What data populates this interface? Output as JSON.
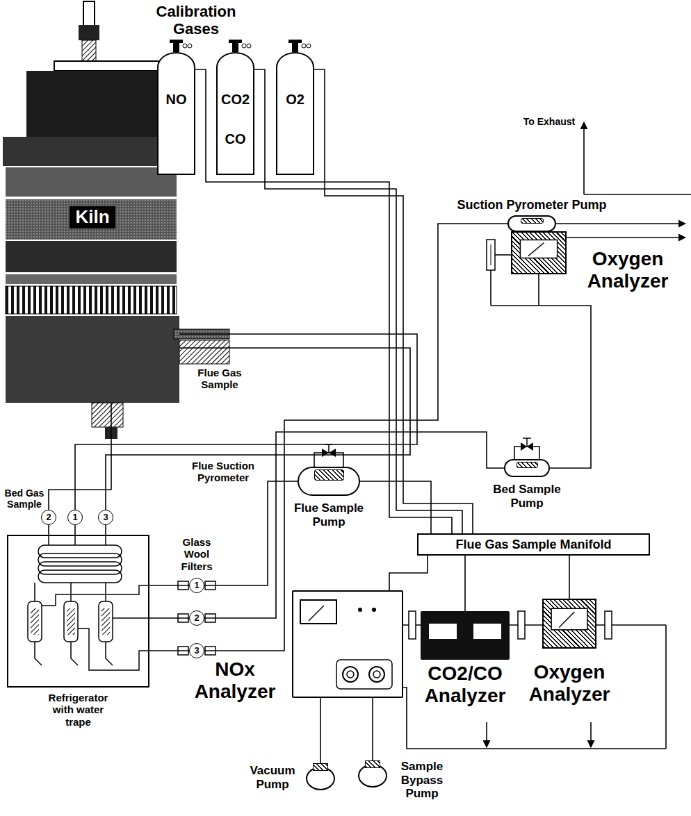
{
  "diagram": {
    "nodes": [
      {
        "text": [
          "NO"
        ]
      },
      {
        "text": [
          "CO2",
          "CO"
        ]
      },
      {
        "text": [
          "O2"
        ]
      },
      {
        "text": [
          "Kiln"
        ]
      },
      {
        "text": [
          "Suction Pyrometer Pump"
        ]
      },
      {
        "text": [
          "Oxygen Analyzer"
        ]
      },
      {
        "text": [
          "Bed Sample Pump"
        ]
      },
      {
        "text": [
          "Flue Sample Pump"
        ]
      },
      {
        "text": [
          "2"
        ]
      },
      {
        "text": [
          "1"
        ]
      },
      {
        "text": [
          "3"
        ]
      },
      {
        "text": [
          "Refrigerator with water trape"
        ]
      },
      {
        "text": [
          "1"
        ]
      },
      {
        "text": [
          "2"
        ]
      },
      {
        "text": [
          "3"
        ]
      },
      {
        "text": [
          "Flue Gas Sample Manifold"
        ]
      },
      {
        "text": [
          "NOx Analyzer"
        ]
      },
      {
        "text": [
          "CO2/CO Analyzer"
        ]
      },
      {
        "text": [
          "Oxygen Analyzer"
        ]
      },
      {
        "text": [
          "Vacuum Pump"
        ]
      },
      {
        "text": [
          "Sample Bypass Pump"
        ]
      }
    ],
    "edges": [
      {
        "from": 3,
        "to": 8,
        "label": "Bed Gas Sample",
        "arrow": "none"
      },
      {
        "from": 3,
        "to": 9,
        "label": "Flue Gas Sample",
        "arrow": "none"
      },
      {
        "from": 3,
        "to": 10,
        "label": "Flue Suction Pyrometer",
        "arrow": "none"
      },
      {
        "from": 8,
        "to": 11,
        "arrow": "none"
      },
      {
        "from": 9,
        "to": 11,
        "arrow": "none"
      },
      {
        "from": 10,
        "to": 11,
        "arrow": "none"
      },
      {
        "from": 11,
        "to": 12,
        "arrow": "none"
      },
      {
        "from": 11,
        "to": 13,
        "arrow": "none"
      },
      {
        "from": 11,
        "to": 14,
        "arrow": "none"
      },
      {
        "from": 12,
        "to": 7,
        "arrow": "none"
      },
      {
        "from": 13,
        "to": 6,
        "arrow": "none"
      },
      {
        "from": 14,
        "to": 4,
        "arrow": "none"
      },
      {
        "from": 7,
        "to": 15,
        "arrow": "none"
      },
      {
        "from": 6,
        "to": 5,
        "arrow": "none"
      },
      {
        "from": 0,
        "to": 15,
        "arrow": "none"
      },
      {
        "from": 1,
        "to": 15,
        "arrow": "none"
      },
      {
        "from": 2,
        "to": 15,
        "arrow": "none"
      },
      {
        "from": 15,
        "to": 16,
        "arrow": "none"
      },
      {
        "from": 15,
        "to": 17,
        "arrow": "none"
      },
      {
        "from": 15,
        "to": 18,
        "arrow": "none"
      },
      {
        "from": 16,
        "to": 19,
        "arrow": "none"
      },
      {
        "from": 16,
        "to": 20,
        "arrow": "none"
      }
    ],
    "labels": [
      "Calibration Gases",
      "To Exhaust",
      "Glass Wool Filters"
    ]
  }
}
